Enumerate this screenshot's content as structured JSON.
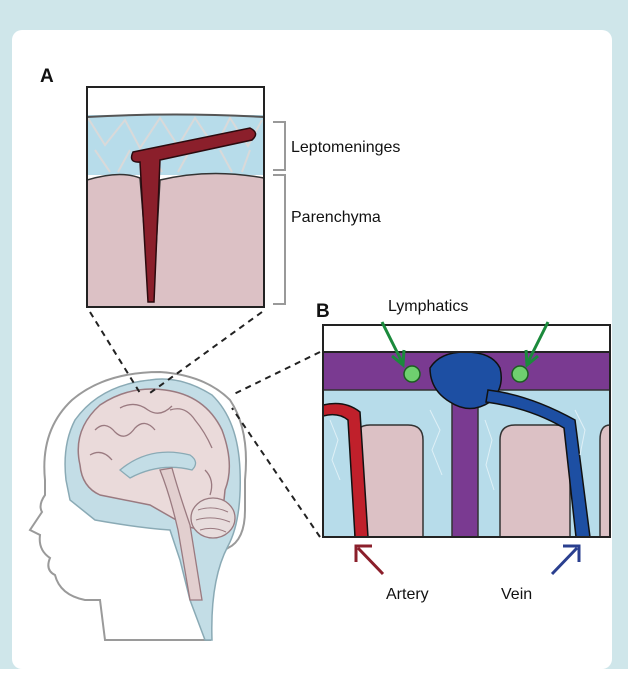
{
  "figure": {
    "panel_a_label": "A",
    "panel_b_label": "B"
  },
  "labels": {
    "leptomeninges": "Leptomeninges",
    "parenchyma": "Parenchyma",
    "lymphatics": "Lymphatics",
    "artery": "Artery",
    "vein": "Vein"
  },
  "colors": {
    "frame": "#cfe6ea",
    "csf": "#b7dcea",
    "tissue": "#dcc1c5",
    "artery": "#8b1f2b",
    "vein": "#1d4fa3",
    "dura": "#7a3a91",
    "lymph": "#6fcf6f",
    "arrow_green": "#1b8a3c",
    "arrow_red": "#8b1f2b",
    "arrow_blue": "#2a3f8f"
  }
}
